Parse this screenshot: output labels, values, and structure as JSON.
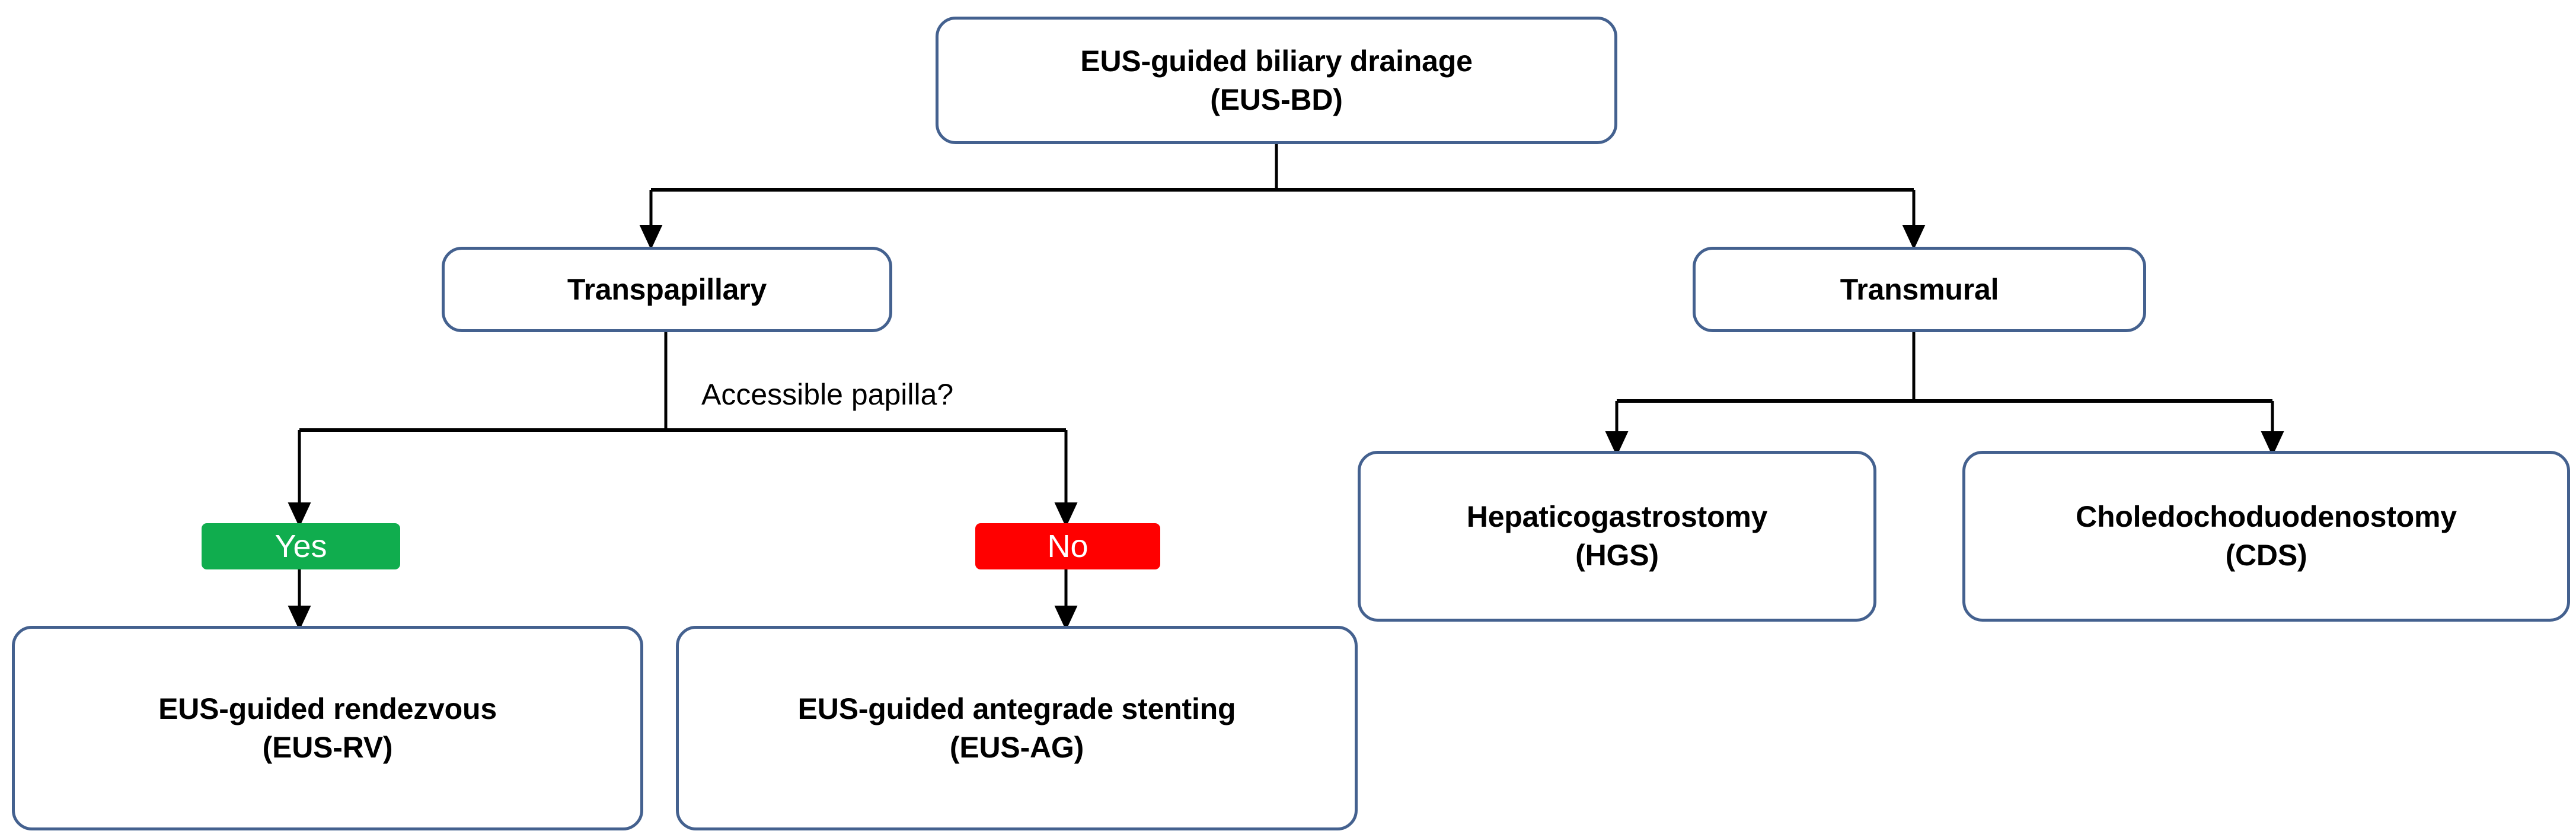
{
  "diagram": {
    "title": "EUS-guided biliary drainage decision tree",
    "colors": {
      "node_border": "#44618F",
      "node_fill": "#FFFFFF",
      "connector": "#000000",
      "yes_badge": "#10AD4E",
      "no_badge": "#FF0000",
      "badge_text": "#FFFFFF",
      "text": "#000000"
    },
    "nodes": {
      "root": {
        "line1": "EUS-guided biliary drainage",
        "line2": "(EUS-BD)"
      },
      "transpapillary": {
        "line1": "Transpapillary"
      },
      "transmural": {
        "line1": "Transmural"
      },
      "hepaticogastrostomy": {
        "line1": "Hepaticogastrostomy",
        "line2": "(HGS)"
      },
      "choledochoduodenostomy": {
        "line1": "Choledochoduodenostomy",
        "line2": "(CDS)"
      },
      "rendezvous": {
        "line1": "EUS-guided rendezvous",
        "line2": "(EUS-RV)"
      },
      "antegrade": {
        "line1": "EUS-guided antegrade stenting",
        "line2": "(EUS-AG)"
      }
    },
    "badges": {
      "yes": "Yes",
      "no": "No"
    },
    "labels": {
      "accessible_papilla": "Accessible papilla?"
    }
  }
}
